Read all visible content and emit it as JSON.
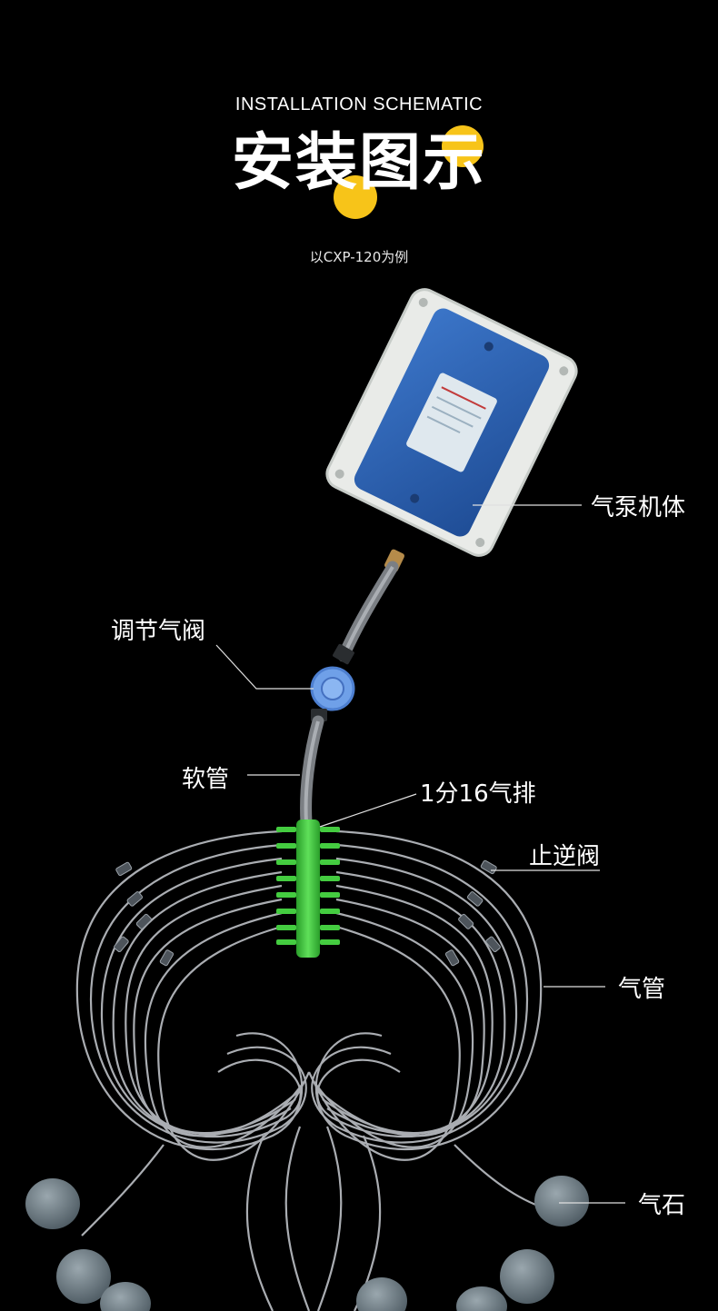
{
  "header": {
    "english_title": "INSTALLATION SCHEMATIC",
    "chinese_title": "安装图示",
    "subtitle": "以CXP-120为例"
  },
  "callouts": {
    "pump_body": "气泵机体",
    "valve": "调节气阀",
    "hose": "软管",
    "manifold": "1分16气排",
    "check_valve": "止逆阀",
    "air_tube": "气管",
    "air_stone": "气石"
  },
  "colors": {
    "background": "#000000",
    "accent_yellow": "#f7c419",
    "pump_blue": "#2f63b0",
    "manifold_green": "#3cc43a",
    "valve_blue": "#6fa0e8"
  }
}
